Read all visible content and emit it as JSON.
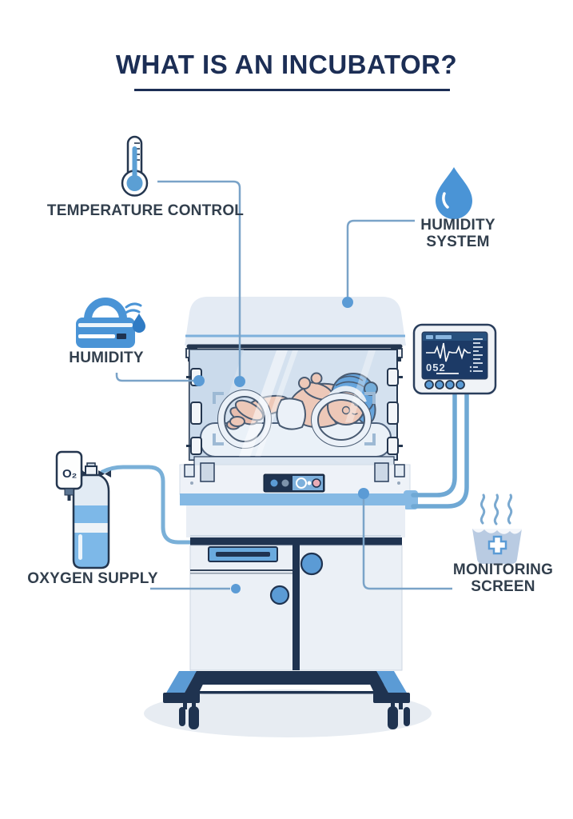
{
  "title": "WHAT IS AN INCUBATOR?",
  "labels": {
    "temperature_control": "TEMPERATURE CONTROL",
    "humidity_system": "HUMIDITY SYSTEM",
    "humidity": "HUMIDITY",
    "oxygen_supply": "OXYGEN SUPPLY",
    "monitoring_screen": "MONITORING SCREEN"
  },
  "monitor": {
    "reading": "052"
  },
  "oxygen": {
    "gauge_label": "O₂"
  },
  "colors": {
    "title_navy": "#1c2e55",
    "outline_navy": "#24364f",
    "label_text": "#323f4d",
    "accent_blue": "#5b9bd5",
    "icon_blue": "#4a94d6",
    "connector_blue": "#7aa3c8",
    "band_blue": "#85b9e4",
    "tank_blue": "#7db8e8",
    "body_light": "#e9eef5",
    "screen_navy": "#1c3a66",
    "pink": "#eaacb6"
  }
}
